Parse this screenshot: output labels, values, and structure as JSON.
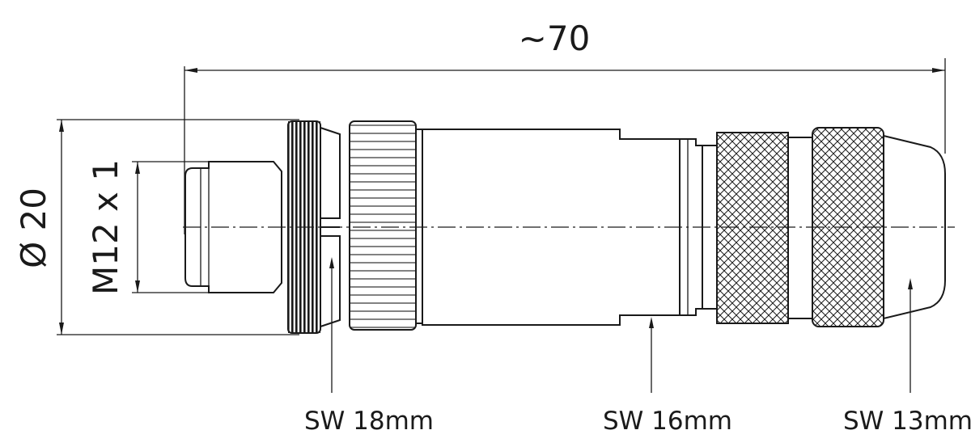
{
  "dimensions": {
    "overall_length": "~70",
    "diameter": "Ø 20",
    "thread": "M12 x 1"
  },
  "callouts": [
    {
      "label": "SW 18mm"
    },
    {
      "label": "SW 16mm"
    },
    {
      "label": "SW 13mm"
    }
  ]
}
